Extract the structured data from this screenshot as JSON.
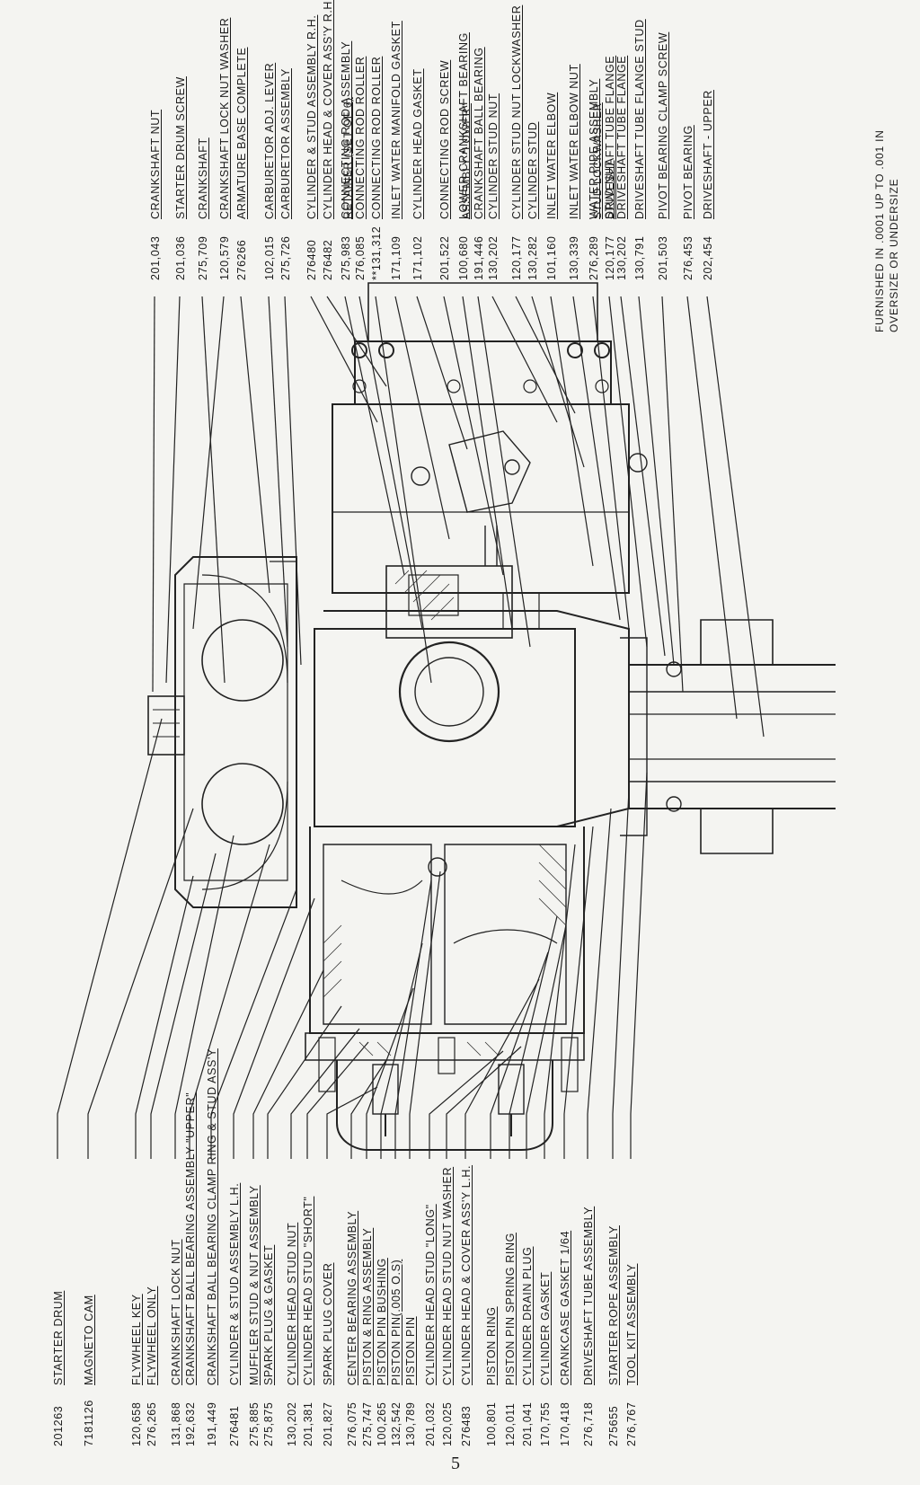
{
  "parts_left": [
    {
      "number": "201263",
      "name": "STARTER  DRUM"
    },
    {
      "number": "7181126",
      "name": "MAGNETO CAM"
    },
    {
      "number": "120,658",
      "name": "FLYWHEEL KEY"
    },
    {
      "number": "276,265",
      "name": "FLYWHEEL ONLY"
    },
    {
      "number": "131,868",
      "name": "CRANKSHAFT  LOCK NUT"
    },
    {
      "number": "192,632",
      "name": "CRANKSHAFT  BALL BEARING  ASSEMBLY  \"UPPER\""
    },
    {
      "number": "191,449",
      "name": "CRANKSHAFT  BALL BEARING  CLAMP RING  &  STUD  ASS'Y"
    },
    {
      "number": "276481",
      "name": "CYLINDER & STUD ASSEMBLY  L.H."
    },
    {
      "number": "275,885",
      "name": "MUFFLER  STUD  &  NUT  ASSEMBLY"
    },
    {
      "number": "275,875",
      "name": "SPARK  PLUG  &  GASKET"
    },
    {
      "number": "130,202",
      "name": "CYLINDER  HEAD  STUD  NUT"
    },
    {
      "number": "201,381",
      "name": "CYLINDER  HEAD  STUD  \"SHORT\""
    },
    {
      "number": "201,827",
      "name": "SPARK PLUG COVER"
    },
    {
      "number": "276,075",
      "name": "CENTER BEARING ASSEMBLY"
    },
    {
      "number": "275,747",
      "name": "PISTON & RING  ASSEMBLY"
    },
    {
      "number": "100,265",
      "name": "PISTON PIN BUSHING"
    },
    {
      "number": "132,542",
      "name": "PISTON PIN(.005 O.S)"
    },
    {
      "number": "130,789",
      "name": "PISTON PIN"
    },
    {
      "number": "201,032",
      "name": "CYLINDER  HEAD  STUD  \"LONG\""
    },
    {
      "number": "120,025",
      "name": "CYLINDER  HEAD  STUD  NUT  WASHER"
    },
    {
      "number": "276483",
      "name": "CYLINDER  HEAD &  COVER  ASS'Y  L.H."
    },
    {
      "number": "100,801",
      "name": "PISTON  RING"
    },
    {
      "number": "120,011",
      "name": "PISTON  PIN  SPRING  RING"
    },
    {
      "number": "201,041",
      "name": "CYLINDER  DRAIN  PLUG"
    },
    {
      "number": "170,755",
      "name": "CYLINDER  GASKET"
    },
    {
      "number": "170,418",
      "name": "CRANKCASE  GASKET  1/64"
    },
    {
      "number": "276,718",
      "name": "DRIVESHAFT  TUBE  ASSEMBLY"
    },
    {
      "number": "275655",
      "name": "STARTER  ROPE  ASSEMBLY"
    },
    {
      "number": "276,767",
      "name": "TOOL  KIT  ASSEMBLY"
    }
  ],
  "parts_right": [
    {
      "number": "201,043",
      "name": "CRANKSHAFT  NUT",
      "extra": ""
    },
    {
      "number": "201,036",
      "name": "STARTER  DRUM  SCREW",
      "extra": ""
    },
    {
      "number": "275,709",
      "name": "CRANKSHAFT",
      "extra": ""
    },
    {
      "number": "120,579",
      "name": "CRANKSHAFT  LOCK  NUT  WASHER",
      "extra": ""
    },
    {
      "number": "276266",
      "name": "ARMATURE  BASE  COMPLETE",
      "extra": ""
    },
    {
      "number": "102,015",
      "name": "CARBURETOR  ADJ. LEVER",
      "extra": ""
    },
    {
      "number": "275,726",
      "name": "CARBURETOR  ASSEMBLY",
      "extra": ""
    },
    {
      "number": "276480",
      "name": "CYLINDER  &  STUD  ASSEMBLY  R.H.",
      "extra": ""
    },
    {
      "number": "276482",
      "name": "CYLINDER  HEAD  &  COVER  ASS'Y  R.H.",
      "extra": ""
    },
    {
      "number": "275,983",
      "name": "CONNECTING  ROD  ASSEMBLY",
      "extra": ""
    },
    {
      "number": "276,085",
      "name": "CONNECTING  ROD  ROLLER",
      "extra": "RETAINER (SET OF 6)"
    },
    {
      "number": "**131,312",
      "name": "CONNECTING  ROD  ROLLER",
      "extra": ""
    },
    {
      "number": "171,109",
      "name": "INLET  WATER  MANIFOLD  GASKET",
      "extra": ""
    },
    {
      "number": "171,102",
      "name": "CYLINDER  HEAD  GASKET",
      "extra": ""
    },
    {
      "number": "201,522",
      "name": "CONNECTING  ROD  SCREW",
      "extra": ""
    },
    {
      "number": "100,680",
      "name": "LOWER  CRANKSHAFT  BEARING",
      "extra": ""
    },
    {
      "number": "191,446",
      "name": "CRANKSHAFT  BALL  BEARING",
      "extra": "ASSEMBLY  \"LOWER\""
    },
    {
      "number": "130,202",
      "name": "CYLINDER  STUD  NUT",
      "extra": ""
    },
    {
      "number": "120,177",
      "name": "CYLINDER  STUD  NUT  LOCKWASHER",
      "extra": ""
    },
    {
      "number": "130,282",
      "name": "CYLINDER  STUD",
      "extra": ""
    },
    {
      "number": "101,160",
      "name": "INLET  WATER  ELBOW",
      "extra": ""
    },
    {
      "number": "130,339",
      "name": "INLET  WATER  ELBOW  NUT",
      "extra": ""
    },
    {
      "number": "276,289",
      "name": "WATER  PIPE  ASSEMBLY",
      "extra": ""
    },
    {
      "number": "120,177",
      "name": "DRIVESHAFT  TUBE  FLANGE",
      "extra": "STUD  LOCKWASHER"
    },
    {
      "number": "130,202",
      "name": "DRIVESHAFT  TUBE  FLANGE",
      "extra": "STUD  NUT"
    },
    {
      "number": "130,791",
      "name": "DRIVESHAFT  TUBE  FLANGE  STUD",
      "extra": ""
    },
    {
      "number": "201,503",
      "name": "PIVOT  BEARING  CLAMP  SCREW",
      "extra": ""
    },
    {
      "number": "276,453",
      "name": "PIVOT  BEARING",
      "extra": ""
    },
    {
      "number": "202,454",
      "name": "DRIVESHAFT - UPPER",
      "extra": ""
    }
  ],
  "footnote": {
    "line1": "FURNISHED  IN  .0001  UP  TO  .001  IN",
    "line2": "OVERSIZE  OR  UNDERSIZE"
  },
  "page_number": "5"
}
